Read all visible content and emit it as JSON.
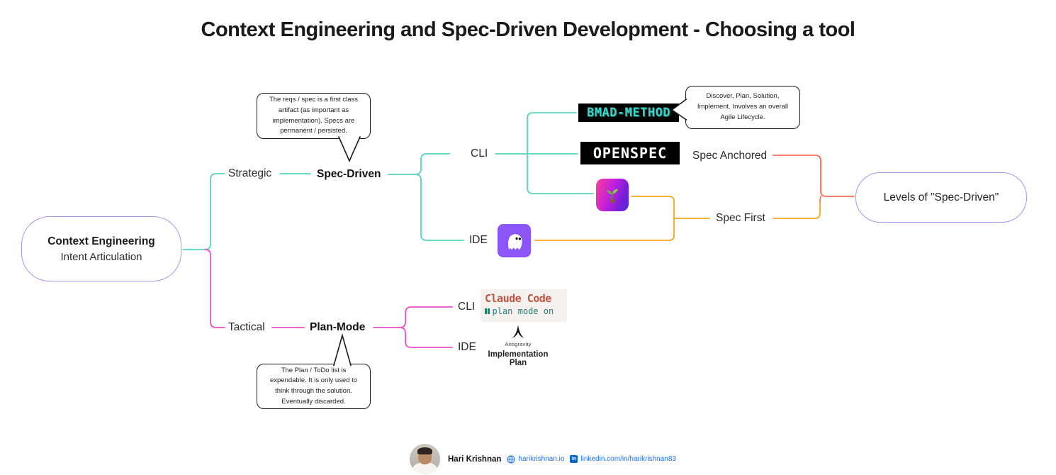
{
  "title": "Context Engineering and Spec-Driven Development - Choosing a tool",
  "root": {
    "title": "Context Engineering",
    "subtitle": "Intent Articulation"
  },
  "strategic": {
    "label": "Strategic",
    "node": "Spec-Driven",
    "cli": "CLI",
    "ide": "IDE",
    "callout": "The reqs / spec is a first class artifact (as important as implementation). Specs are permanent / persisted."
  },
  "tactical": {
    "label": "Tactical",
    "node": "Plan-Mode",
    "cli": "CLI",
    "ide": "IDE",
    "callout": "The Plan / ToDo list is expendable. It is only used to think through the solution. Eventually discarded."
  },
  "tools": {
    "bmad": {
      "name": "BMAD-METHOD",
      "callout": "Discover, Plan, Solution, Implement. Involves an overall Agile Lifecycle."
    },
    "openspec": {
      "name": "OPENSPEC"
    },
    "claude": {
      "name": "Claude Code",
      "mode": "plan mode on"
    },
    "antigravity": {
      "name": "Antigravity",
      "artifact": "Implementation Plan"
    }
  },
  "levels": {
    "spec_anchored": "Spec Anchored",
    "spec_first": "Spec First",
    "bubble": "Levels of \"Spec-Driven\""
  },
  "footer": {
    "name": "Hari Krishnan",
    "website": "harikrishnan.io",
    "linkedin": "linkedin.com/in/harikrishnan83"
  },
  "colors": {
    "teal_line": "#55d4c0",
    "pink_line": "#f04fc6",
    "orange_line": "#f6a51f",
    "red_line": "#ff6b55",
    "bubble_border": "#ab93ec",
    "bmad_teal": "#3bd4c8",
    "claude_orange": "#bf5540",
    "claude_teal": "#2b7d70",
    "link_blue": "#1a73e8",
    "linkedin_blue": "#0a66c2"
  }
}
